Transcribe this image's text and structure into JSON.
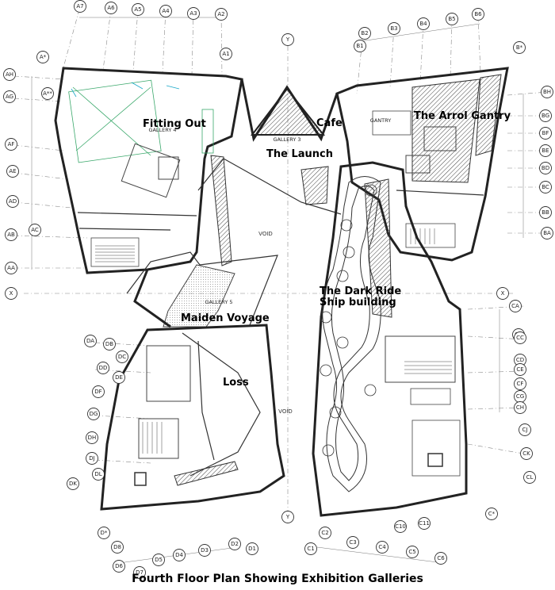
{
  "caption": "Fourth Floor Plan Showing Exhibition Galleries",
  "galleries": {
    "fitting_out": "Fitting Out",
    "the_launch": "The Launch",
    "cafe": "Cafe",
    "arrol_gantry": "The Arrol Gantry",
    "dark_ride": "The Dark Ride",
    "ship_building": "Ship building",
    "maiden_voyage": "Maiden Voyage",
    "loss": "Loss"
  },
  "small_labels": {
    "gallery4": "GALLERY 4",
    "gallery3": "GALLERY 3",
    "gallery5": "GALLERY 5",
    "gantry": "GANTRY",
    "void": "VOID"
  },
  "grid_top": [
    "A7",
    "A6",
    "A5",
    "A4",
    "A3",
    "A2",
    "A1",
    "A*"
  ],
  "grid_top_right": [
    "B1",
    "B2",
    "B3",
    "B4",
    "B5",
    "B6",
    "B*"
  ],
  "grid_left": [
    "AH",
    "AG",
    "A**",
    "AF",
    "AE",
    "AD",
    "AC",
    "AB",
    "AA",
    "X"
  ],
  "grid_right": [
    "BH",
    "BG",
    "BF",
    "BE",
    "BD",
    "BC",
    "BB",
    "BA",
    "X"
  ],
  "grid_left_lower": [
    "DA",
    "DB",
    "DC",
    "DD",
    "DE",
    "DF",
    "DG",
    "DH",
    "DJ",
    "DL",
    "DK"
  ],
  "grid_right_lower": [
    "CA",
    "CB",
    "CC",
    "CD",
    "CE",
    "CF",
    "CG",
    "CH",
    "CJ",
    "CK",
    "CL"
  ],
  "grid_bottom_left": [
    "D*",
    "D8",
    "D7",
    "D6",
    "D5",
    "D4",
    "D3",
    "D2",
    "D1"
  ],
  "grid_bottom_right": [
    "C1",
    "C2",
    "C3",
    "C4",
    "C5",
    "C6",
    "C10",
    "C11",
    "C*"
  ],
  "axis_y": "Y"
}
